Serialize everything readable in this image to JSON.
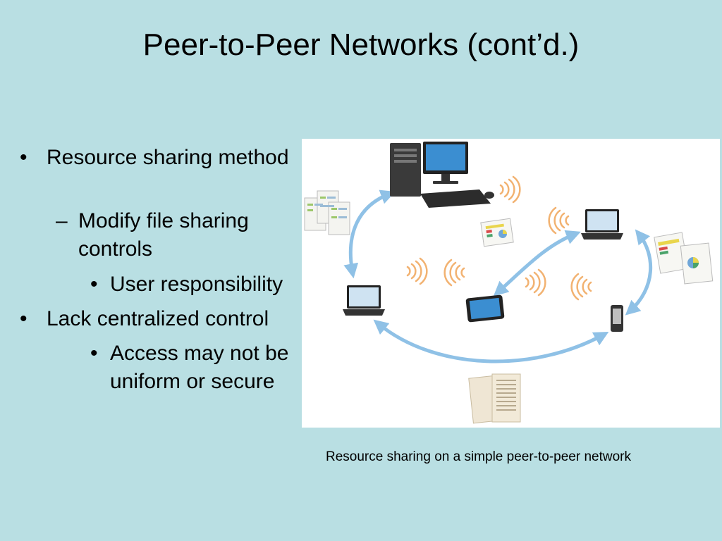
{
  "slide": {
    "title": "Peer-to-Peer Networks (cont’d.)",
    "bullets": [
      {
        "level": 1,
        "marker": "•",
        "text": "Resource sharing method"
      },
      {
        "level": 2,
        "marker": "–",
        "text": "Modify file sharing controls"
      },
      {
        "level": 3,
        "marker": "•",
        "text": "User responsibility"
      },
      {
        "level": 1,
        "marker": "•",
        "text": "Lack centralized control"
      },
      {
        "level": 3,
        "marker": "•",
        "text": "Access may not be uniform or secure"
      }
    ],
    "caption": "Resource sharing on a simple peer-to-peer network"
  },
  "diagram": {
    "nodes": [
      "desktop-computer",
      "laptop-left",
      "laptop-right",
      "tablet",
      "smartphone"
    ],
    "shared_resources": [
      "documents",
      "charts",
      "reports",
      "spreadsheets"
    ],
    "colors": {
      "arrow": "#8fc1e6",
      "wifi": "#f2b271",
      "background": "#b9dfe3"
    }
  }
}
